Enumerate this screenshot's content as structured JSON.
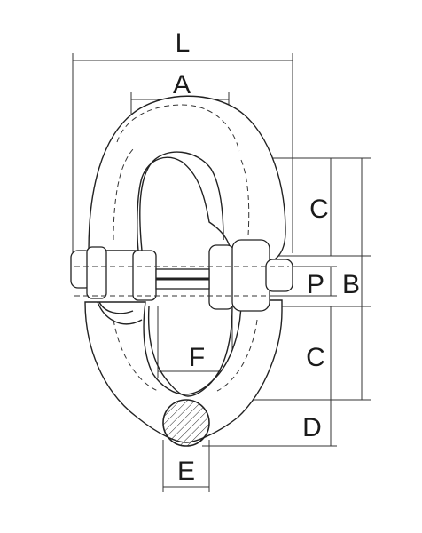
{
  "diagram": {
    "labels": {
      "L": "L",
      "A": "A",
      "B": "B",
      "C_upper": "C",
      "P": "P",
      "C_lower": "C",
      "F": "F",
      "D": "D",
      "E": "E"
    }
  }
}
